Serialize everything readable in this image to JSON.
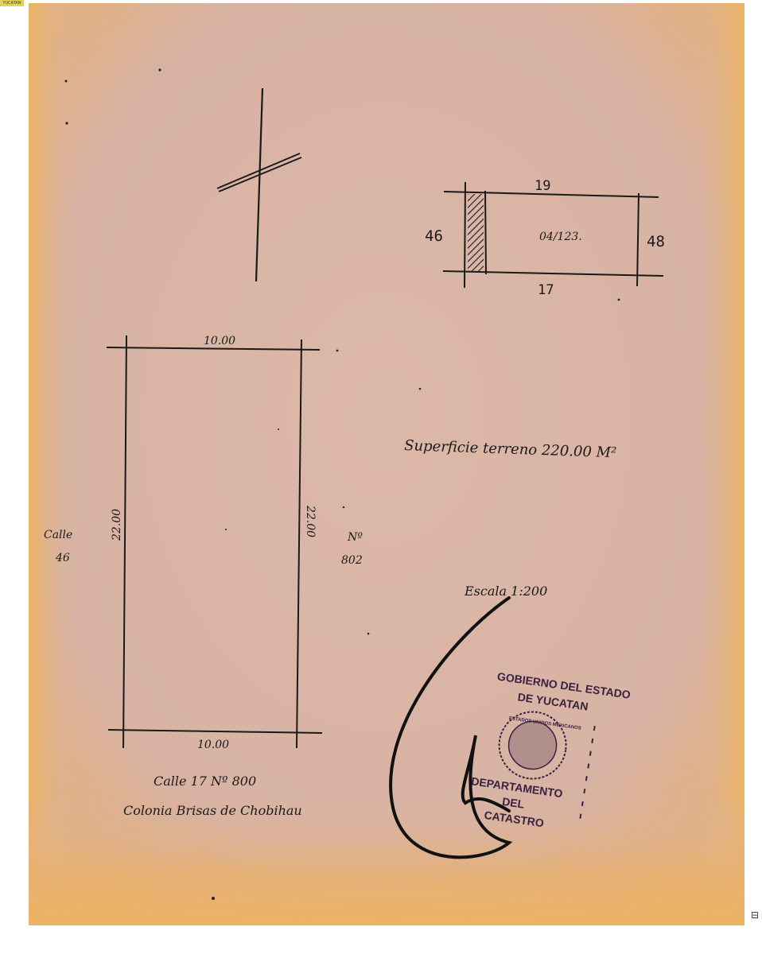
{
  "corner_tag": "YUCATAN",
  "north_arrow": {
    "icon": "north-arrow-icon"
  },
  "location_sketch": {
    "top_label": "19",
    "bottom_label": "17",
    "left_label": "46",
    "right_label": "48",
    "block_label": "04/123."
  },
  "lot": {
    "top_width": "10.00",
    "bottom_width": "10.00",
    "left_depth": "22.00",
    "right_depth": "22.00"
  },
  "left_street": {
    "line1": "Calle",
    "line2": "46"
  },
  "right_number": {
    "line1": "Nº",
    "line2": "802"
  },
  "surface_text": "Superficie terreno 220.00 M²",
  "scale_text": "Escala 1:200",
  "address": {
    "line1": "Calle 17 Nº 800",
    "line2": "Colonia Brisas de Chobihau"
  },
  "stamp": {
    "line1": "GOBIERNO DEL ESTADO",
    "line2": "DE YUCATAN",
    "line3": "DEPARTAMENTO",
    "line4": "DEL",
    "line5": "CATASTRO",
    "seal_text": "ESTADOS UNIDOS MEXICANOS"
  },
  "colors": {
    "paper": "#d8b4a4",
    "border": "#eab46a",
    "ink": "#1a1a1a",
    "stamp_ink": "#3a2142"
  },
  "scroll_icon": "page-scroll-icon"
}
